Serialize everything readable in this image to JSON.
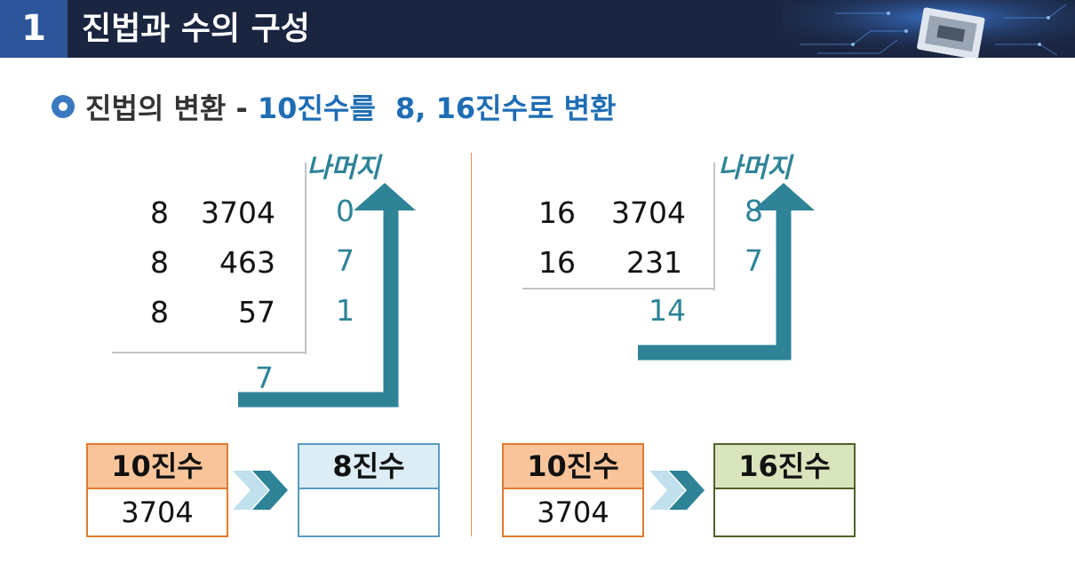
{
  "header": {
    "number": "1",
    "title": "진법과 수의 구성"
  },
  "subtitle": {
    "text": "진법의 변환 - ",
    "highlight": "10진수를  8, 16진수로 변환"
  },
  "left": {
    "remainder_label": "나머지",
    "rows": [
      {
        "divisor": "8",
        "dividend": "3704",
        "remainder": "0"
      },
      {
        "divisor": "8",
        "dividend": "463",
        "remainder": "7"
      },
      {
        "divisor": "8",
        "dividend": "57",
        "remainder": "1"
      }
    ],
    "quotient": "7"
  },
  "right": {
    "remainder_label": "나머지",
    "rows": [
      {
        "divisor": "16",
        "dividend": "3704",
        "remainder": "8"
      },
      {
        "divisor": "16",
        "dividend": "231",
        "remainder": "7"
      }
    ],
    "quotient": "14"
  },
  "boxes": {
    "left_from": {
      "header": "10진수",
      "value": "3704"
    },
    "left_to": {
      "header": "8진수",
      "value": ""
    },
    "right_from": {
      "header": "10진수",
      "value": "3704"
    },
    "right_to": {
      "header": "16진수",
      "value": ""
    }
  },
  "colors": {
    "arrow": "#2e8397",
    "decimal_header": "#f9c49a",
    "octal_header": "#dcedf5",
    "hex_header": "#d8e4bc"
  }
}
